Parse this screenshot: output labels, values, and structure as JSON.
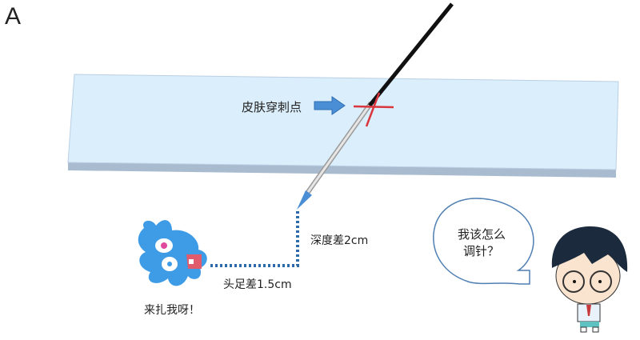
{
  "panel_label": "A",
  "labels": {
    "puncture_point": "皮肤穿刺点",
    "depth_difference": "深度差2cm",
    "head_foot_difference": "头足差1.5cm",
    "monster_speech": "来扎我呀！",
    "boy_speech_line1": "我该怎么",
    "boy_speech_line2": "调针？"
  },
  "colors": {
    "skin_slab": "#dbeefb",
    "slab_edge": "#a9bccf",
    "arrow": "#4a8fd6",
    "cross": "#d9363e",
    "dotted_line": "#2e6aa8",
    "bubble_outline": "#4f7fb3"
  }
}
